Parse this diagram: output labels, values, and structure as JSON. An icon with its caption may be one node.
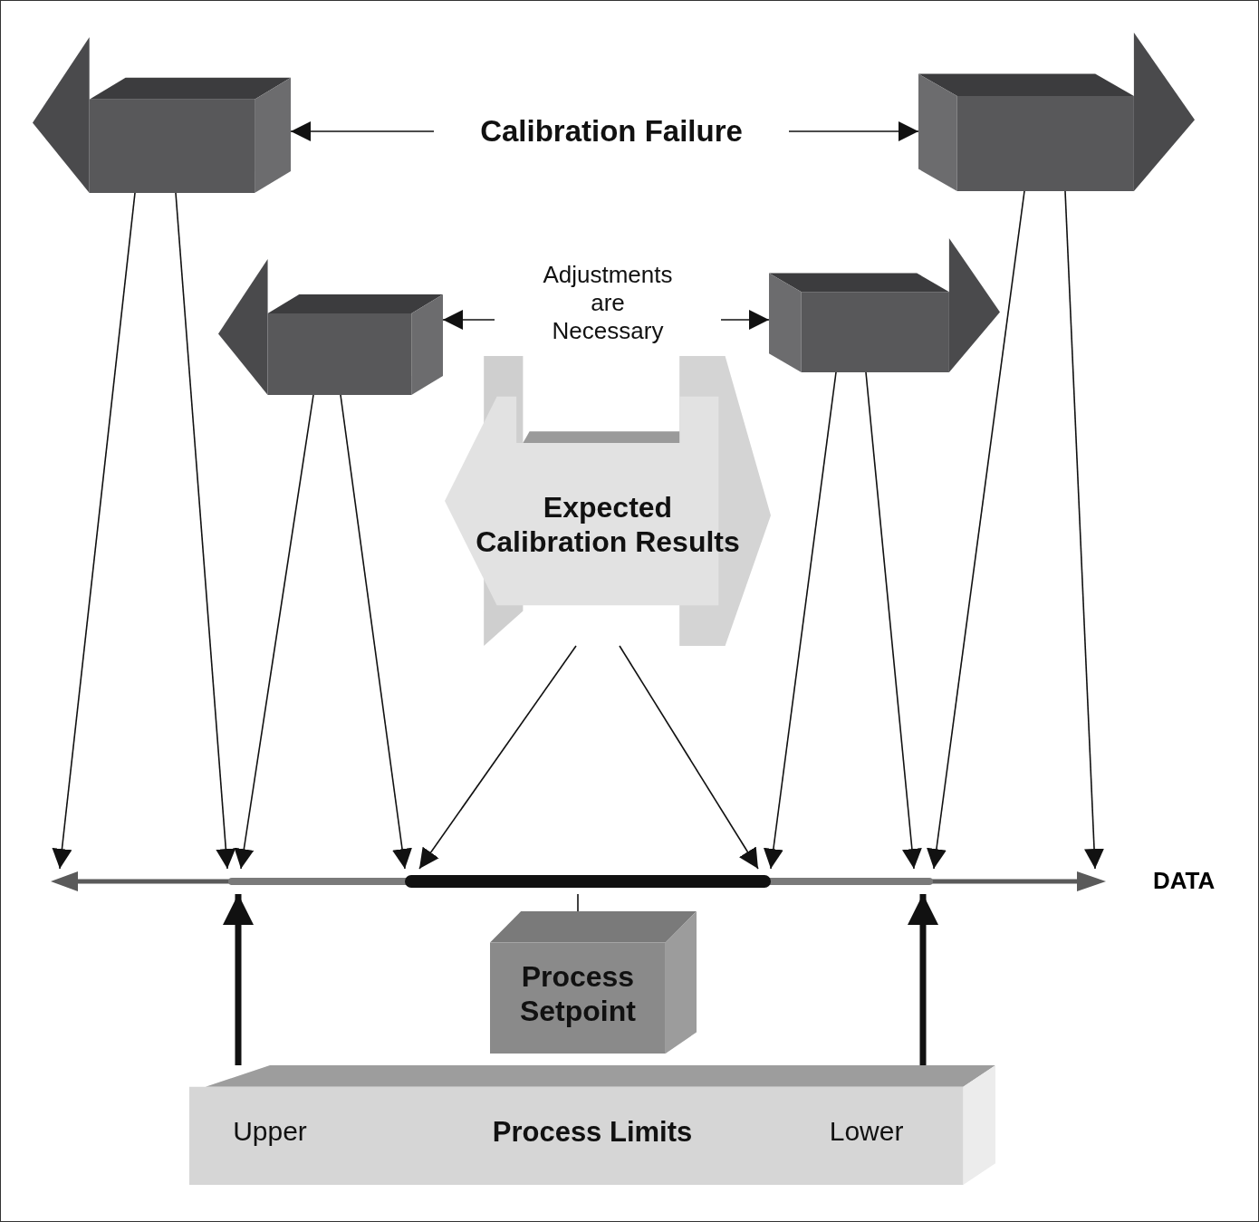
{
  "diagram": {
    "nodes": [
      {
        "text": [
          "Calibration Failure"
        ]
      },
      {
        "text": [],
        "shape": "arrow"
      },
      {
        "text": [],
        "shape": "arrow"
      },
      {
        "text": [
          "Adjustments are Necessary"
        ]
      },
      {
        "text": [],
        "shape": "arrow"
      },
      {
        "text": [],
        "shape": "arrow"
      },
      {
        "text": [
          "Expected Calibration Results"
        ]
      },
      {
        "text": [],
        "shape": "bar"
      },
      {
        "text": [
          "Process Setpoint"
        ]
      },
      {
        "text": [
          "Upper",
          "Process Limits",
          "Lower"
        ]
      }
    ],
    "edges": [
      {
        "from": 0,
        "to": 1,
        "arrow": "to"
      },
      {
        "from": 0,
        "to": 2,
        "arrow": "to"
      },
      {
        "from": 3,
        "to": 4,
        "arrow": "to"
      },
      {
        "from": 3,
        "to": 5,
        "arrow": "to"
      },
      {
        "from": 1,
        "to": 7,
        "arrow": "to"
      },
      {
        "from": 1,
        "to": 7,
        "arrow": "to"
      },
      {
        "from": 4,
        "to": 7,
        "arrow": "to"
      },
      {
        "from": 4,
        "to": 7,
        "arrow": "to"
      },
      {
        "from": 6,
        "to": 7,
        "arrow": "to"
      },
      {
        "from": 6,
        "to": 7,
        "arrow": "to"
      },
      {
        "from": 5,
        "to": 7,
        "arrow": "to"
      },
      {
        "from": 5,
        "to": 7,
        "arrow": "to"
      },
      {
        "from": 2,
        "to": 7,
        "arrow": "to"
      },
      {
        "from": 2,
        "to": 7,
        "arrow": "to"
      },
      {
        "from": 8,
        "to": 7,
        "arrow": "none"
      },
      {
        "from": 9,
        "to": 7,
        "arrow": "to",
        "style": "thick"
      },
      {
        "from": 9,
        "to": 7,
        "arrow": "to",
        "style": "thick"
      }
    ],
    "labels": [
      "DATA"
    ]
  }
}
